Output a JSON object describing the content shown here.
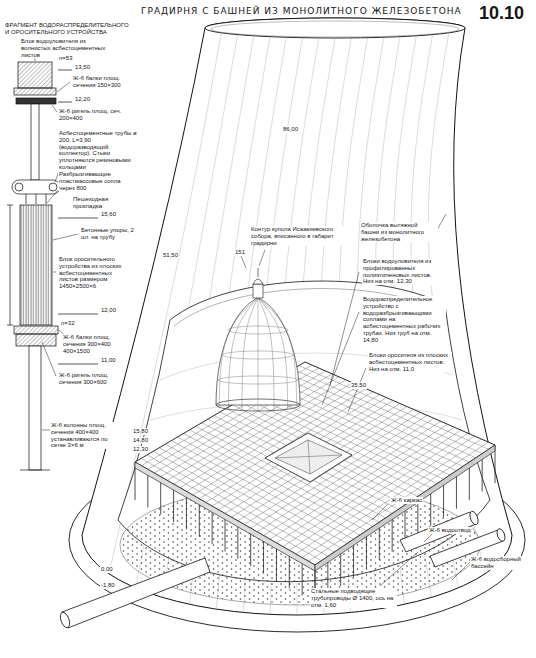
{
  "diagram": {
    "title": "ГРАДИРНЯ С БАШНЕЙ ИЗ МОНОЛИТНОГО ЖЕЛЕЗОБЕТОНА",
    "labels": [
      "ФРАГМЕНТ ВОДОРАСПРЕДЕЛИТЕЛЬНОГО И ОРОСИТЕЛЬНОГО УСТРОЙСТВА",
      "10.10",
      "Блок водоуловителя из волнистых асбестоцементных листов",
      "n=53",
      "13,50",
      "Ж-б балки площ. сечения 150×300",
      "12,20",
      "Ж-б ригель площ. сеч. 200×400",
      "Асбестоцементные трубы ø 200, L=3,90 (водоразводящий коллектор). Стыки уплотняются резиновыми кольцами",
      "Разбрызгивающие пластмассовые сопла через 800",
      "Пешеходная прокладка",
      "15,60",
      "Бетонные упоры, 2 шт. на трубу",
      "Блок оросительного устройства из плоских асбестоцементных листов размером 1450×2500×6",
      "n=32",
      "12,00",
      "Ж-б балки площ. сечения 300×400 400×1500",
      "11,00",
      "Ж-б ригель площ. сечения 300×600",
      "Ж-б колонны площ. сечения 400×400 устанавливаются по сетке 3×6 м",
      "Контур купола Исаакиевского собора, вписанного в габарит градирни",
      "151",
      "86,00",
      "51,50",
      "35,50",
      "Оболочка вытяжной башни из монолитного железобетона",
      "Блоки водоуловителя из профилированных полиэтиленовых листов. Низ на отм. 12,30",
      "Водораспределительное устройство с водоразбрызгивающими соплами на асбестоцементных рабочих трубах. Низ труб на отм. 14,80",
      "Блоки оросителя из плоских асбестоцементных листов. Низ на отм. 11,0",
      "15,80",
      "14,80",
      "12,30",
      "0,00",
      "-1,80",
      "Ж-б каркас",
      "Ж-б водоотвод",
      "Ж-б водосборный бассейн",
      "Стальные подводящие трубопроводы Ø 1400, ось на отм. 1,60"
    ]
  }
}
